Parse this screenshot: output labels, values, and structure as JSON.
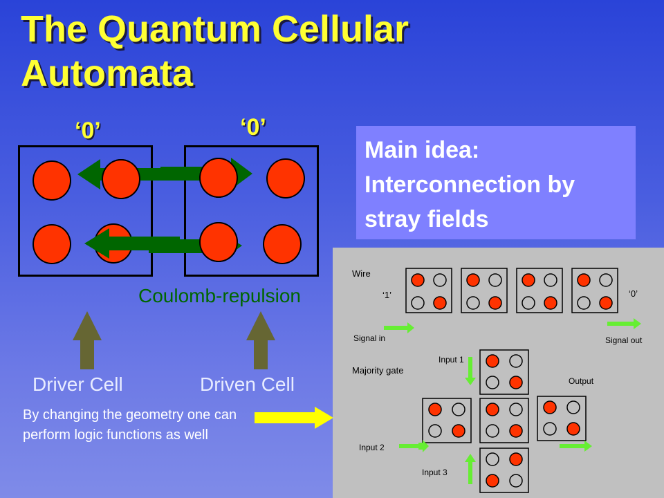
{
  "title": "The Quantum Cellular Automata",
  "driver_state_label": "‘0’",
  "driven_state_label": "‘0’",
  "main_idea": {
    "line1": "Main idea:",
    "line2": "Interconnection by",
    "line3": "stray fields"
  },
  "coulomb_label": "Coulomb-repulsion",
  "driver_cell_label": "Driver Cell",
  "driven_cell_label": "Driven Cell",
  "description": "By changing the geometry one can perform logic functions as well",
  "panel": {
    "wire_label": "Wire",
    "wire_in_value": "‘1’",
    "wire_out_value": "‘0’",
    "signal_in": "Signal in",
    "signal_out": "Signal out",
    "majority_label": "Majority gate",
    "input1": "Input 1",
    "input2": "Input 2",
    "input3": "Input 3",
    "output": "Output"
  },
  "colors": {
    "title": "#ffff33",
    "dot": "#ff3300",
    "arrow_green_dark": "#006600",
    "arrow_green_light": "#66ee33",
    "arrow_yellow": "#ffff00",
    "arrow_olive": "#666633",
    "panel_bg": "#c0c0c0",
    "main_idea_bg": "#7f80ff"
  }
}
